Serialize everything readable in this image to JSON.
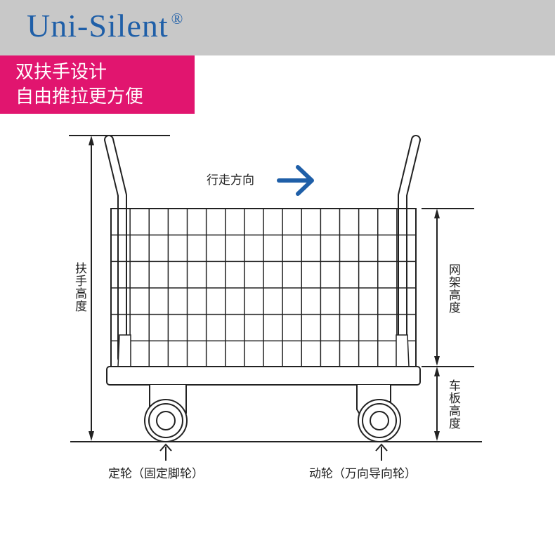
{
  "brand": {
    "name": "Uni-Silent",
    "reg_mark": "®",
    "color": "#1f5fa8"
  },
  "banner": {
    "line1": "双扶手设计",
    "line2": "自由推拉更方便",
    "color": "#e1156f"
  },
  "diagram": {
    "direction_label": "行走方向",
    "direction_arrow_color": "#1f5fa8",
    "handle_height_label": "扶手高度",
    "mesh_height_label": "网架高度",
    "deck_height_label": "车板高度",
    "fixed_wheel_label": "定轮（固定脚轮）",
    "swivel_wheel_label": "动轮（万向导向轮）"
  }
}
